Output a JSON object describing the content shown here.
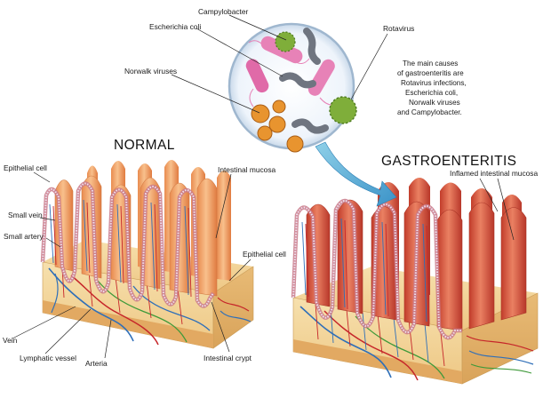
{
  "headings": {
    "normal": "NORMAL",
    "gastro": "GASTROENTERITIS"
  },
  "labels": {
    "epithelial_cell_left": "Epithelial cell",
    "small_vein": "Small vein",
    "small_artery": "Small artery",
    "vein": "Vein",
    "lymphatic_vessel": "Lymphatic vessel",
    "arteria": "Arteria",
    "intestinal_crypt": "Intestinal crypt",
    "intestinal_mucosa": "Intestinal mucosa",
    "epithelial_cell_right": "Epithelial cell",
    "inflamed_mucosa": "Inflamed intestinal mucosa",
    "campylobacter": "Campylobacter",
    "escherichia_coli": "Escherichia coli",
    "norwalk_viruses": "Norwalk viruses",
    "rotavirus": "Rotavirus"
  },
  "causes_note": [
    "The main causes",
    "of gastroenteritis are",
    "Rotavirus infections,",
    "Escherichia coli,",
    "Norwalk viruses",
    "and Campylobacter."
  ],
  "colors": {
    "normal_villi": "#f2a46a",
    "inflamed_villi": "#d65a43",
    "submucosa": "#f3d9a0",
    "vein": "#2f6fb8",
    "artery": "#c6262a",
    "lymph": "#3f9a3a"
  }
}
